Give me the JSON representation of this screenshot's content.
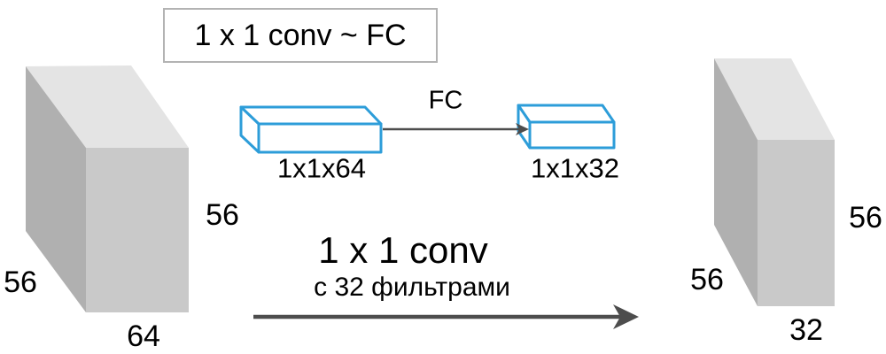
{
  "header": {
    "equivalence_label": "1 x 1 conv ~ FC"
  },
  "fc_row": {
    "input_slab_label": "1x1x64",
    "output_slab_label": "1x1x32",
    "arrow_label": "FC"
  },
  "conv_annotation": {
    "line1": "1 x 1 conv",
    "line2": "с 32 фильтрами"
  },
  "input_tensor": {
    "side_label": "56",
    "height_label": "56",
    "channels_label": "64"
  },
  "output_tensor": {
    "side_label": "56",
    "height_label": "56",
    "channels_label": "32"
  },
  "colors": {
    "cuboid_top": "#e4e4e4",
    "cuboid_side": "#b0b0b0",
    "cuboid_front": "#c9c9c9",
    "slab_stroke": "#2d9dd9",
    "slab_fill": "#ffffff",
    "arrow": "#4d4d4d",
    "title_border": "#b3b3b3",
    "text": "#000000"
  }
}
